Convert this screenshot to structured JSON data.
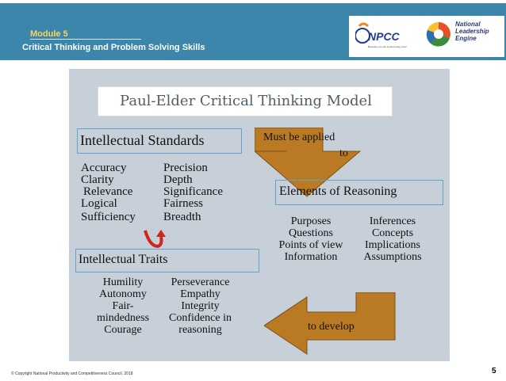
{
  "header": {
    "module": "Module 5",
    "subtitle": "Critical Thinking and Problem Solving Skills",
    "npcc_logo_text": "NPCC",
    "npcc_tagline": "Because you can impact today, how!",
    "nle_text_1": "National",
    "nle_text_2": "Leadership",
    "nle_text_3": "Engine",
    "colors": {
      "band": "#3c86ac",
      "module": "#ffd25a",
      "npcc_blue": "#1f3c8f",
      "npcc_orange": "#f08a1c"
    }
  },
  "slide": {
    "title": "Paul-Elder Critical Thinking Model",
    "standards": {
      "label": "Intellectual Standards",
      "col1": [
        "Accuracy",
        "Clarity",
        "Relevance",
        "Logical",
        "Sufficiency"
      ],
      "col2": [
        "Precision",
        "Depth",
        "Significance",
        "Fairness",
        "Breadth"
      ]
    },
    "applied": {
      "line1": "Must be applied",
      "line2": "to"
    },
    "elements": {
      "label": "Elements of Reasoning",
      "col1": [
        "Purposes",
        "Questions",
        "Points of view",
        "Information"
      ],
      "col2": [
        "Inferences",
        "Concepts",
        "Implications",
        "Assumptions"
      ]
    },
    "traits": {
      "label": "Intellectual Traits",
      "col1": [
        "Humility",
        "Autonomy",
        "Fair-",
        "mindedness",
        "Courage"
      ],
      "col2": [
        "Perseverance",
        "Empathy",
        "Integrity",
        "Confidence in",
        "reasoning"
      ]
    },
    "develop_label": "to develop",
    "colors": {
      "background": "#c7cfd8",
      "arrow": "#ba7a24",
      "box_border": "#5aa7c8",
      "red_arrow": "#d0251f"
    }
  },
  "footer": {
    "copyright": "© Copyright National Productivity and Competitiveness Council, 2018",
    "page": "5"
  }
}
